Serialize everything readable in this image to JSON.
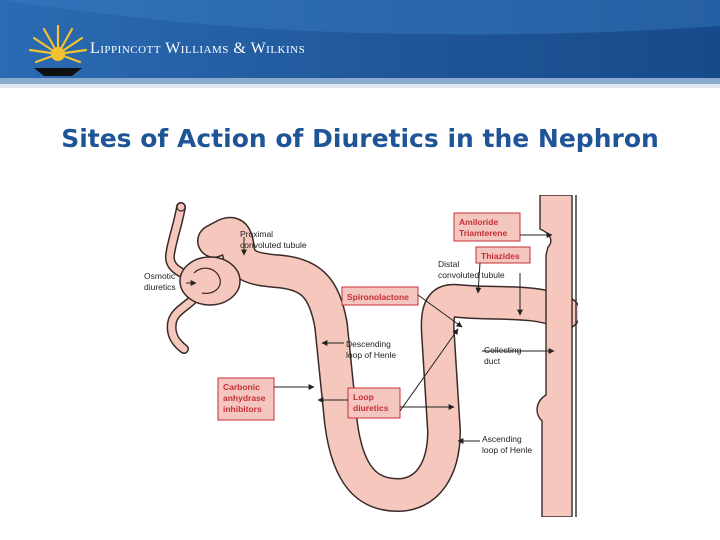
{
  "header": {
    "publisher": "Lippincott Williams & Wilkins",
    "bar_color": "#1f5597"
  },
  "slide": {
    "title": "Sites of Action of Diuretics in the Nephron"
  },
  "diagram": {
    "structure_labels": {
      "proximal_l1": "Proximal",
      "proximal_l2": "convoluted tubule",
      "osmotic_l1": "Osmotic",
      "osmotic_l2": "diuretics",
      "distal_l1": "Distal",
      "distal_l2": "convoluted tubule",
      "descending_l1": "Descending",
      "descending_l2": "loop of Henle",
      "collecting_l1": "Collecting",
      "collecting_l2": "duct",
      "ascending_l1": "Ascending",
      "ascending_l2": "loop of Henle"
    },
    "drug_labels": {
      "amiloride_l1": "Amiloride",
      "amiloride_l2": "Triamterene",
      "thiazides": "Thiazides",
      "spironolactone": "Spironolactone",
      "carbonic_l1": "Carbonic",
      "carbonic_l2": "anhydrase",
      "carbonic_l3": "inhibitors",
      "loop_l1": "Loop",
      "loop_l2": "diuretics"
    },
    "colors": {
      "tubule_fill": "#f6c8bd",
      "tubule_outline": "#3a2a28",
      "label_box_fill": "#f4c6c0",
      "label_box_stroke": "#c62f35",
      "drug_text": "#c62f35"
    }
  }
}
